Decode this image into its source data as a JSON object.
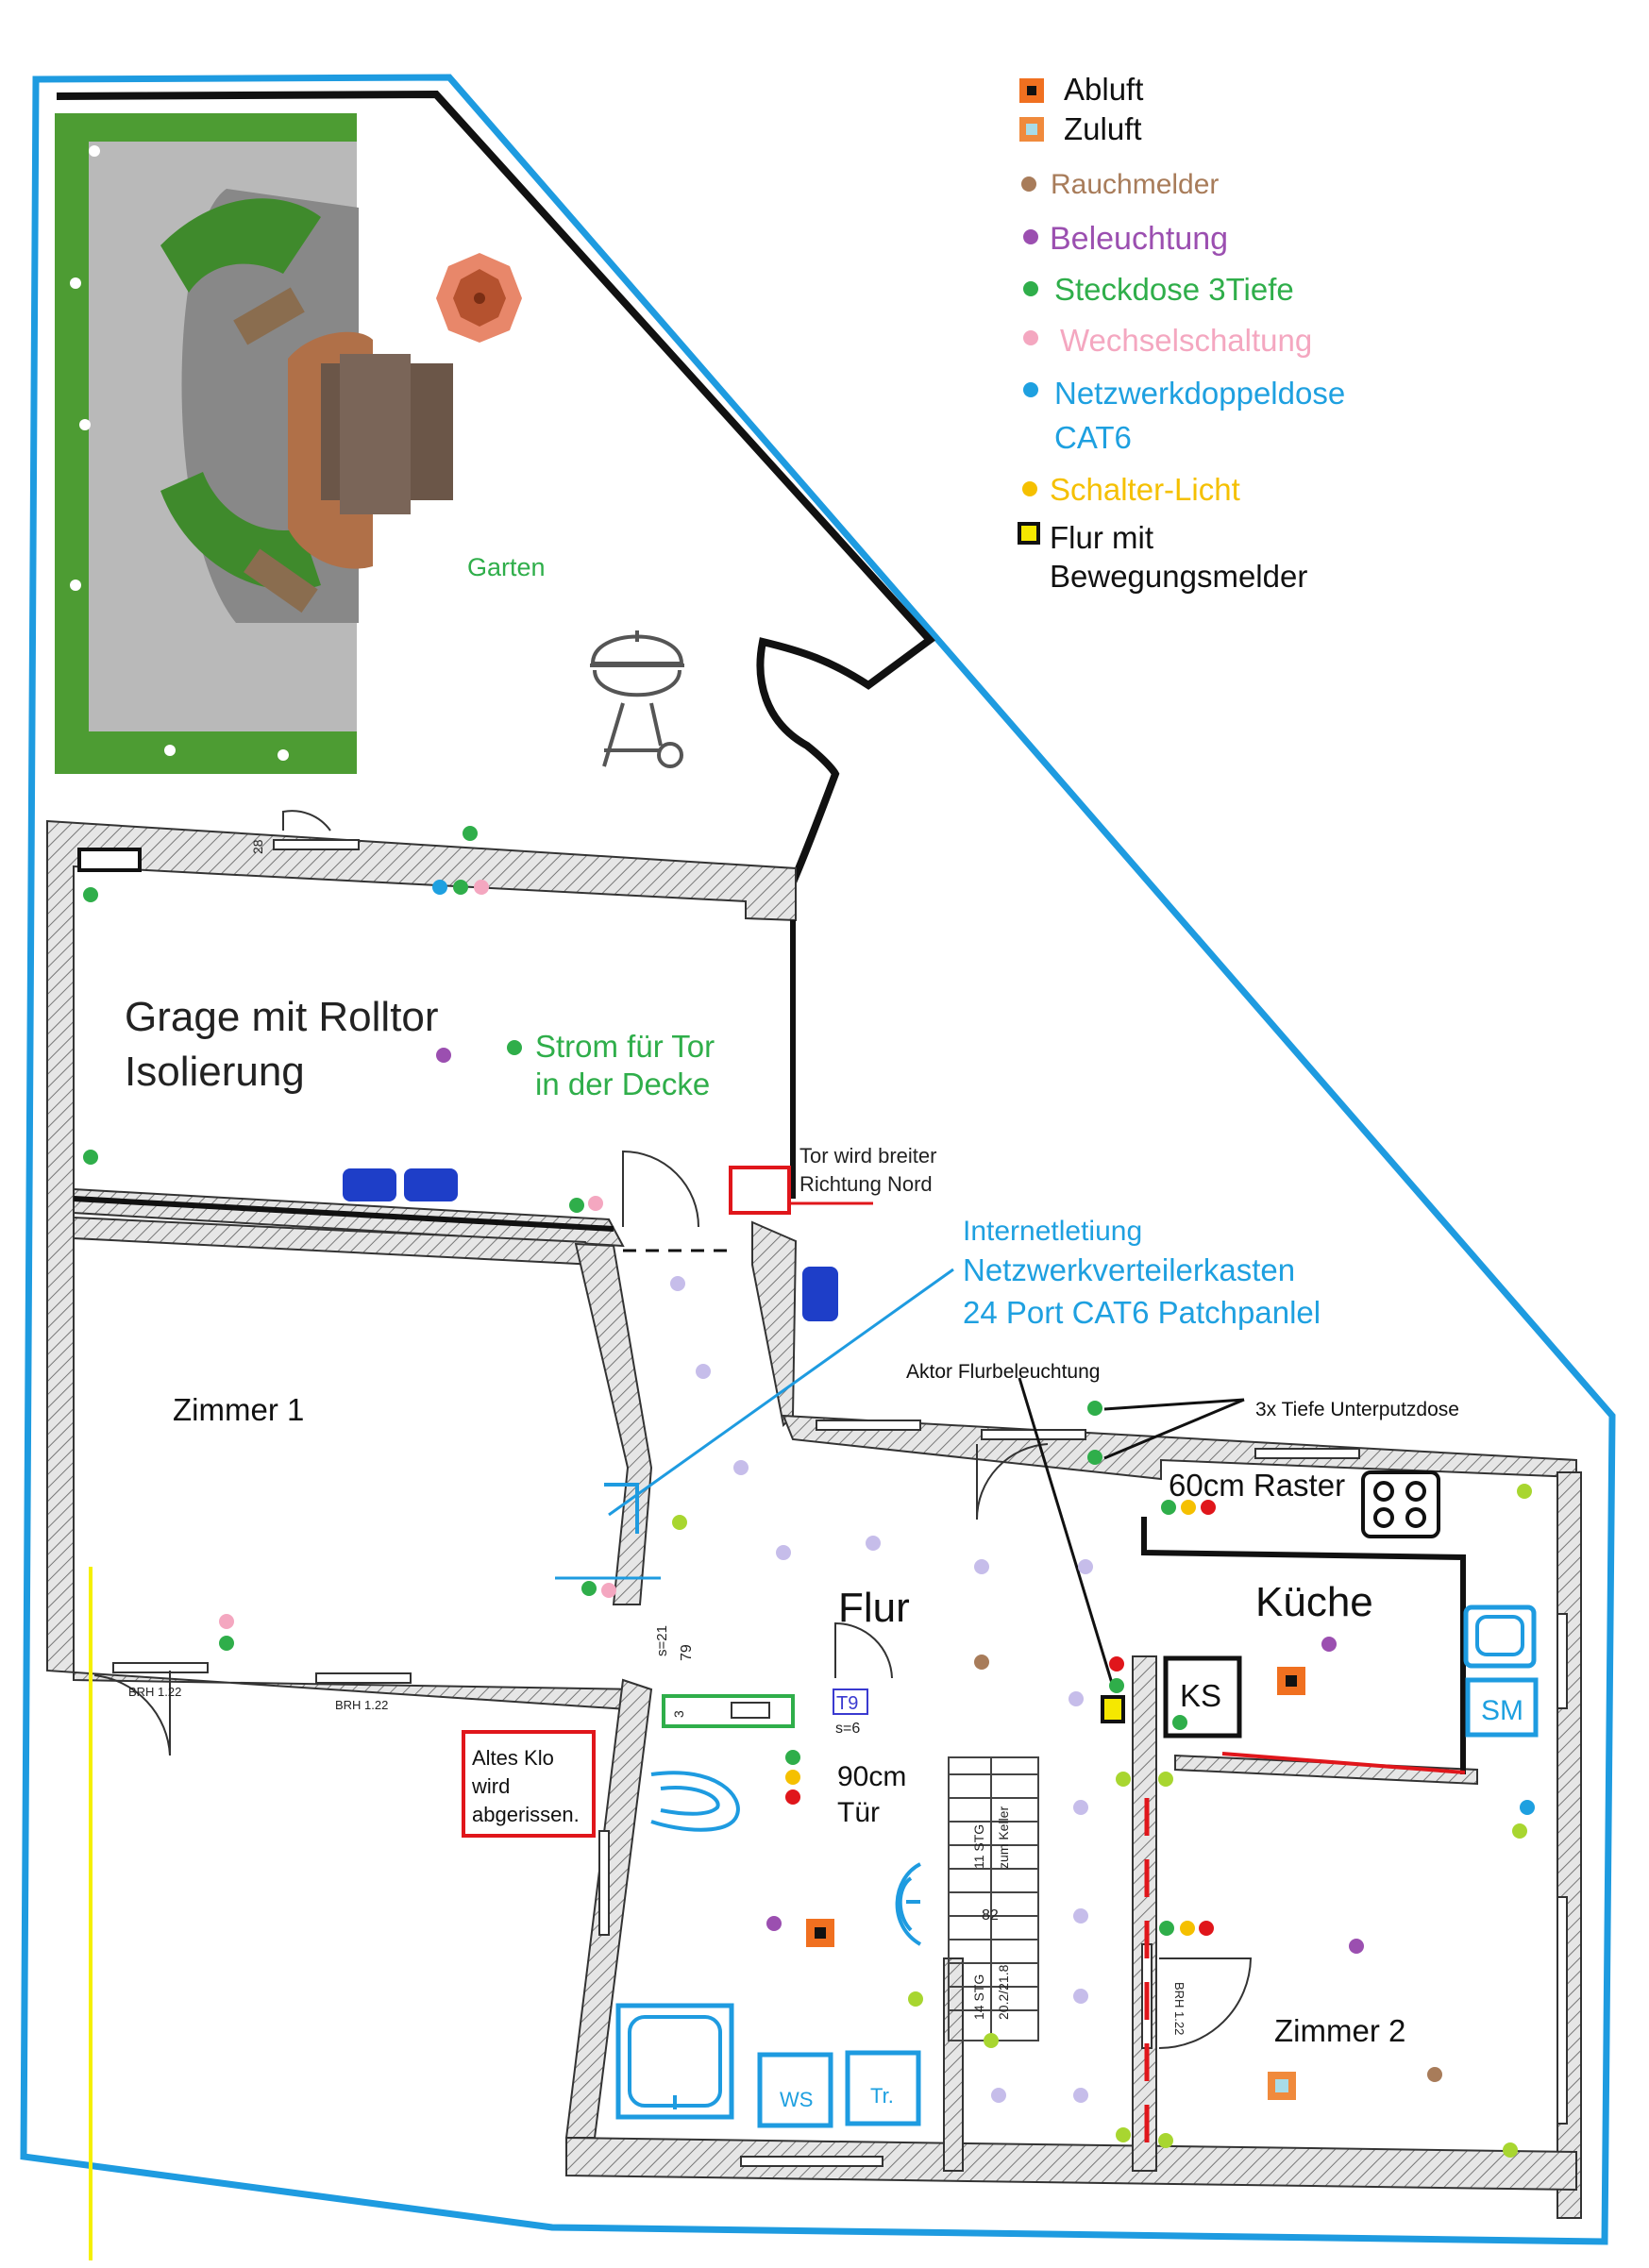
{
  "legend": {
    "abluft": "Abluft",
    "zuluft": "Zuluft",
    "rauchmelder": "Rauchmelder",
    "beleuchtung": "Beleuchtung",
    "steckdose": "Steckdose 3Tiefe",
    "wechselschaltung": "Wechselschaltung",
    "netzwerk_line1": "Netzwerkdoppeldose",
    "netzwerk_line2": "CAT6",
    "schalter": "Schalter-Licht",
    "flur_line1": "Flur mit",
    "flur_line2": "Bewegungsmelder"
  },
  "rooms": {
    "garten": "Garten",
    "garage_line1": "Grage mit Rolltor",
    "garage_line2": "Isolierung",
    "zimmer1": "Zimmer 1",
    "flur": "Flur",
    "kueche": "Küche",
    "zimmer2": "Zimmer 2"
  },
  "annotations": {
    "strom_line1": "Strom für Tor",
    "strom_line2": "in der Decke",
    "tor_line1": "Tor wird breiter",
    "tor_line2": "Richtung Nord",
    "internet_line1": "Internetletiung",
    "internet_line2": "Netzwerkverteilerkasten",
    "internet_line3": "24 Port CAT6 Patchpanlel",
    "aktor": "Aktor Flurbeleuchtung",
    "tiefe_dose": "3x Tiefe Unterputzdose",
    "raster": "60cm Raster",
    "ks": "KS",
    "sm": "SM",
    "klo_line1": "Altes Klo",
    "klo_line2": "wird",
    "klo_line3": "abgerissen.",
    "tuer_line1": "90cm",
    "tuer_line2": "Tür",
    "ws": "WS",
    "tr": "Tr.",
    "t9": "T9",
    "s6": "s=6",
    "s21": "s=21",
    "dim79": "79",
    "dim3": "3",
    "dim28": "28",
    "dim82": "82",
    "brh1": "BRH 1.22",
    "brh2": "BRH 1.22",
    "brh3": "BRH 1.22",
    "stg11": "11 STG",
    "keller": "zum Keller",
    "stg14": "14 STG",
    "stg_dim": "20.2/21.8"
  },
  "colors": {
    "abluft": "#f07020",
    "zuluft": "#f08a3c",
    "rauchmelder": "#a87c5a",
    "beleuchtung": "#9b4fb0",
    "steckdose": "#2fae4a",
    "wechselschaltung": "#f4a7c0",
    "netzwerk": "#1ea0e0",
    "schalter": "#f5c000",
    "flur_box": "#f5e800",
    "boundary": "#1e9be0",
    "red": "#e0161b",
    "yellow_line": "#f5f000"
  }
}
